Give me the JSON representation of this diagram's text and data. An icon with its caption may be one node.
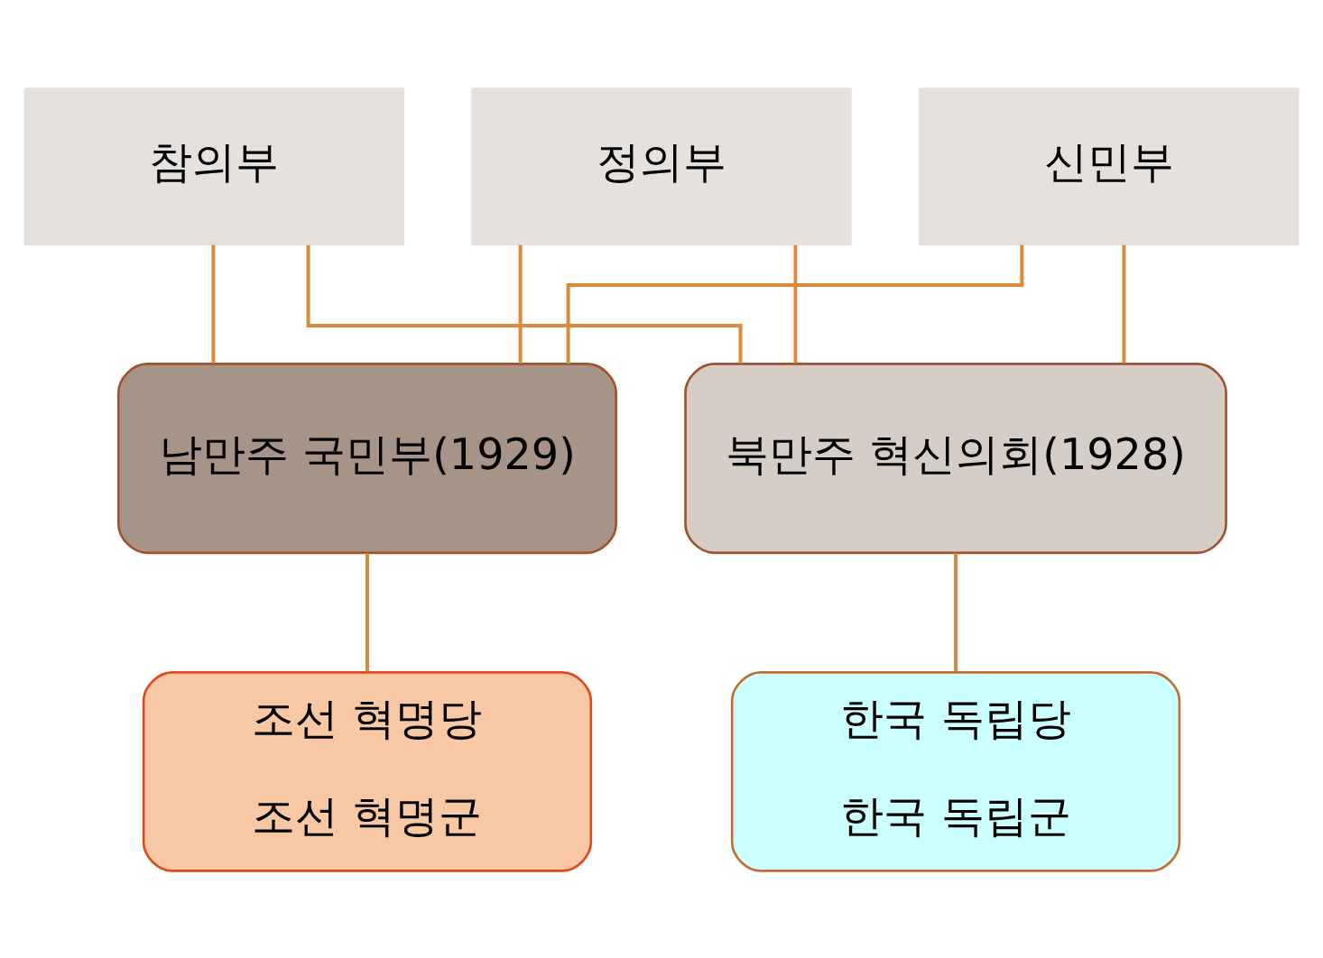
{
  "diagram": {
    "nodes": [
      {
        "text": [
          "참의부"
        ]
      },
      {
        "text": [
          "정의부"
        ]
      },
      {
        "text": [
          "신민부"
        ]
      },
      {
        "text": [
          "남만주 국민부(1929)"
        ]
      },
      {
        "text": [
          "북만주 혁신의회(1928)"
        ]
      },
      {
        "text": [
          "조선 혁명당",
          "조선 혁명군"
        ]
      },
      {
        "text": [
          "한국 독립당",
          "한국 독립군"
        ]
      }
    ],
    "edges": [
      {
        "from": 0,
        "to": 3,
        "arrow": "none"
      },
      {
        "from": 0,
        "to": 4,
        "arrow": "none"
      },
      {
        "from": 1,
        "to": 3,
        "arrow": "none"
      },
      {
        "from": 1,
        "to": 4,
        "arrow": "none"
      },
      {
        "from": 2,
        "to": 3,
        "arrow": "none"
      },
      {
        "from": 2,
        "to": 4,
        "arrow": "none"
      },
      {
        "from": 3,
        "to": 5,
        "arrow": "none"
      },
      {
        "from": 4,
        "to": 6,
        "arrow": "none"
      }
    ]
  }
}
